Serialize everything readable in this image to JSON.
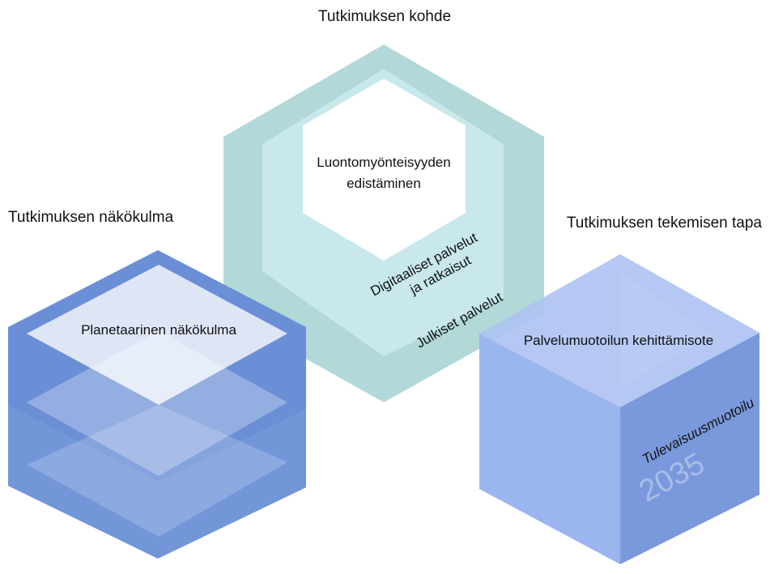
{
  "headings": {
    "object": "Tutkimuksen kohde",
    "perspective": "Tutkimuksen näkökulma",
    "method": "Tutkimuksen tekemisen tapa"
  },
  "hexagon": {
    "center_line1": "Luontomyönteisyyden",
    "center_line2": "edistäminen",
    "middle_line1": "Digitaaliset palvelut",
    "middle_line2": "ja ratkaisut",
    "outer": "Julkiset palvelut"
  },
  "left_cube": {
    "top_layer": "Planetaarinen näkökulma"
  },
  "right_cube": {
    "top": "Palvelumuotoilun kehittämisote",
    "side": "Tulevaisuusmuotoilu",
    "side_year": "2035"
  },
  "colors": {
    "hex_outer": "#b2d8d8",
    "hex_middle": "#c8e8ec",
    "hex_inner": "#ffffff",
    "left_cube_face": "#6b8fd6",
    "left_cube_layer": "#e3e8f6",
    "right_cube_front": "#9bb5ee",
    "right_cube_side": "#7a98dc",
    "right_cube_top": "#aec3f2"
  }
}
